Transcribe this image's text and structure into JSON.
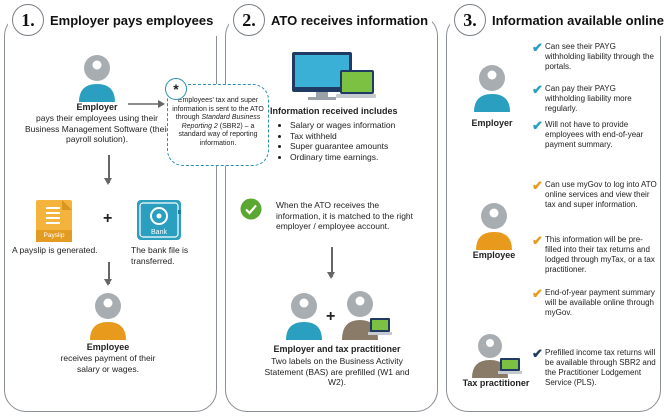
{
  "panels": [
    {
      "number": "1.",
      "title": "Employer pays employees"
    },
    {
      "number": "2.",
      "title": "ATO receives information"
    },
    {
      "number": "3.",
      "title": "Information available online"
    }
  ],
  "panel1": {
    "employer_label": "Employer",
    "employer_text": "pays their employees using their Business Management Software (their payroll solution).",
    "callout_star": "*",
    "callout_text_1": "Employees' tax and super information is sent to the ATO through",
    "callout_text_italic": "Standard Business Reporting 2",
    "callout_text_2": "(SBR2) – a standard way of reporting information.",
    "payslip_icon_label": "Payslip",
    "bank_icon_label": "Bank",
    "payslip_text": "A payslip is generated.",
    "bank_text": "The bank file is transferred.",
    "plus": "+",
    "employee_label": "Employee",
    "employee_text": "receives payment of their salary or wages."
  },
  "panel2": {
    "info_title": "Information received includes",
    "info_items": [
      "Salary or wages information",
      "Tax withheld",
      "Super guarantee amounts",
      "Ordinary time earnings."
    ],
    "match_text": "When the ATO receives the information, it is matched to the right employer / employee account.",
    "plus": "+",
    "bottom_label": "Employer and tax practitioner",
    "bottom_text": "Two labels on the Business Activity Statement (BAS) are prefilled (W1 and W2)."
  },
  "panel3": {
    "employer_label": "Employer",
    "employee_label": "Employee",
    "practitioner_label": "Tax practitioner",
    "employer_items": [
      "Can see their PAYG withholding liability through the portals.",
      "Can pay their PAYG withholding liability more regularly.",
      "Will not have to provide employees with end-of-year payment summary."
    ],
    "employee_items": [
      "Can use myGov to log into ATO online services and view their tax and super information.",
      "This information will be pre-filled into their tax returns and lodged through myTax, or a tax practitioner.",
      "End-of-year payment summary will be available online through myGov."
    ],
    "practitioner_items": [
      "Prefilled income tax returns will be available through SBR2 and the Practitioner Lodgement Service (PLS)."
    ]
  },
  "colors": {
    "teal": "#2a9fc0",
    "orange": "#e89a1c",
    "green": "#5aa832",
    "navy": "#1f3b63",
    "grey_person": "#a8adb2"
  }
}
